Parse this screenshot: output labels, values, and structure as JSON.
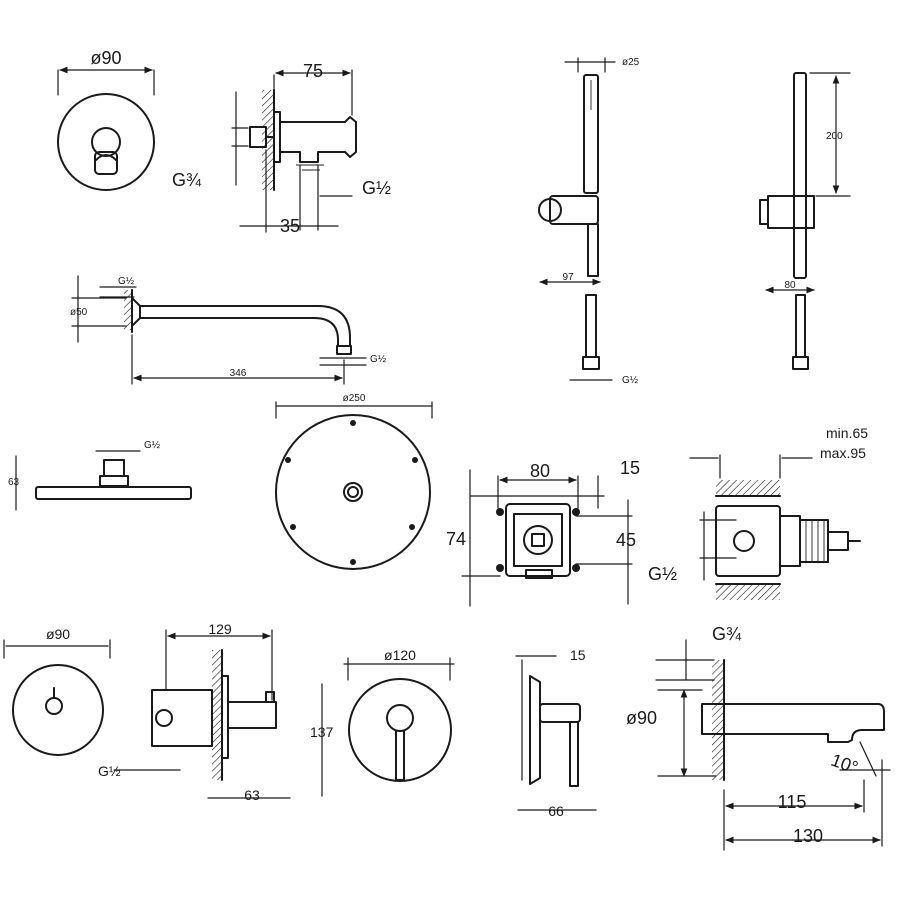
{
  "drawings": {
    "flange_diameter_1": "ø90",
    "wall_outlet_width": "75",
    "wall_outlet_thread_in": "G¾",
    "wall_outlet_thread_out": "G½",
    "wall_outlet_depth": "35",
    "handshower_diameter": "ø25",
    "handshower_offset": "97",
    "holder_height": "200",
    "holder_offset": "80",
    "hose_thread": "G½",
    "arm_thread_top": "G½",
    "arm_flange_diameter": "ø50",
    "arm_length": "346",
    "arm_thread_end": "G½",
    "headshower_thread": "G½",
    "headshower_height": "63",
    "headshower_diameter": "ø250",
    "box_width": "80",
    "box_edge": "15",
    "box_height": "74",
    "box_inner": "45",
    "box_depth_min": "min.65",
    "box_depth_max": "max.95",
    "box_thread": "G½",
    "valve_flange_diameter": "ø90",
    "valve_length": "129",
    "valve_thread": "G½",
    "valve_depth": "63",
    "mixer_flange_diameter": "ø120",
    "mixer_height": "137",
    "mixer_flange_depth": "15",
    "mixer_lever_depth": "66",
    "spout_thread": "G¾",
    "spout_flange_diameter": "ø90",
    "spout_angle": "10°",
    "spout_length_1": "115",
    "spout_length_2": "130"
  }
}
